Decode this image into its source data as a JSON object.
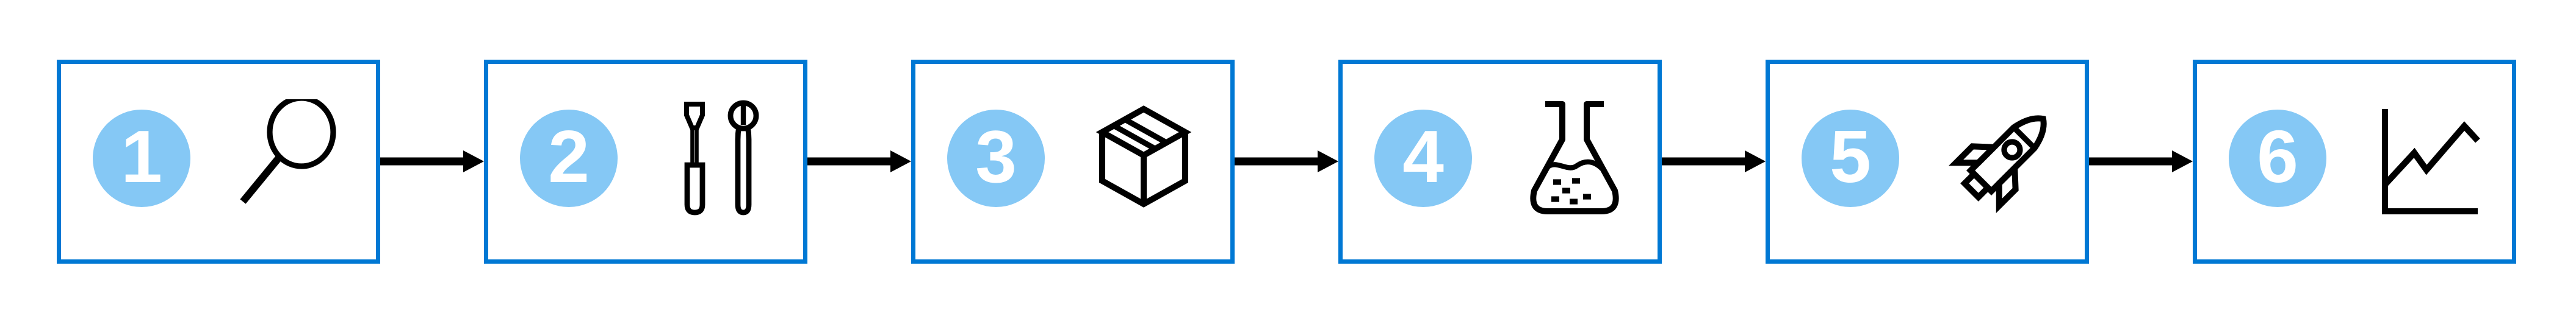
{
  "diagram": {
    "title": "six-step process flow",
    "direction": "left-to-right",
    "step_count": 6,
    "steps": [
      {
        "number": "1",
        "icon": "magnifier-icon"
      },
      {
        "number": "2",
        "icon": "tools-icon"
      },
      {
        "number": "3",
        "icon": "package-icon"
      },
      {
        "number": "4",
        "icon": "flask-icon"
      },
      {
        "number": "5",
        "icon": "rocket-icon"
      },
      {
        "number": "6",
        "icon": "chart-icon"
      }
    ],
    "connectors": {
      "count": 5,
      "style": "solid-black-arrow"
    },
    "colors": {
      "box_border": "#0078D4",
      "step_circle_fill": "#85C8F5",
      "step_number_text": "#FFFFFF",
      "icon_stroke": "#000000",
      "arrow": "#000000",
      "background": "#FFFFFF"
    }
  }
}
